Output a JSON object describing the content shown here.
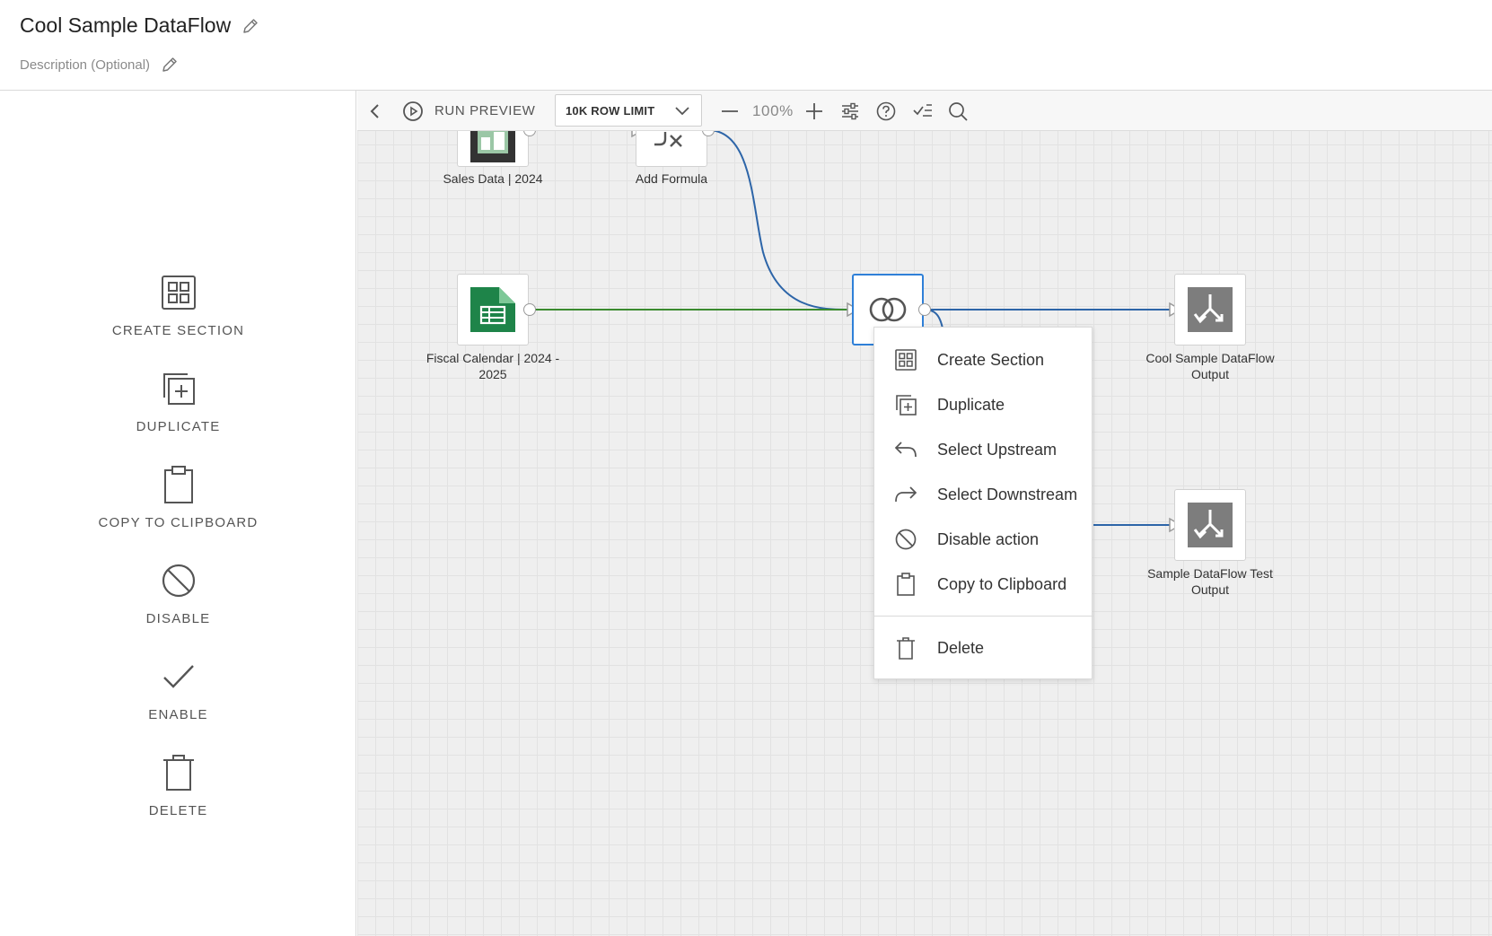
{
  "header": {
    "title": "Cool Sample DataFlow",
    "description_placeholder": "Description (Optional)"
  },
  "sidebar": {
    "actions": [
      {
        "label": "CREATE SECTION",
        "icon": "grid-section-icon"
      },
      {
        "label": "DUPLICATE",
        "icon": "duplicate-icon"
      },
      {
        "label": "COPY TO CLIPBOARD",
        "icon": "clipboard-icon"
      },
      {
        "label": "DISABLE",
        "icon": "disable-icon"
      },
      {
        "label": "ENABLE",
        "icon": "check-icon"
      },
      {
        "label": "DELETE",
        "icon": "trash-icon"
      }
    ]
  },
  "toolbar": {
    "run_preview": "RUN PREVIEW",
    "row_limit": "10K ROW LIMIT",
    "zoom": "100%"
  },
  "nodes": {
    "sales_data": "Sales Data | 2024",
    "add_formula": "Add Formula",
    "fiscal_calendar": "Fiscal Calendar | 2024 - 2025",
    "join": "Joi",
    "output_1": "Cool Sample DataFlow Output",
    "output_2": "Sample DataFlow Test Output"
  },
  "context_menu": {
    "items": [
      {
        "label": "Create Section",
        "icon": "grid-section-icon"
      },
      {
        "label": "Duplicate",
        "icon": "duplicate-icon"
      },
      {
        "label": "Select Upstream",
        "icon": "arrow-back-icon"
      },
      {
        "label": "Select Downstream",
        "icon": "arrow-forward-icon"
      },
      {
        "label": "Disable action",
        "icon": "disable-icon"
      },
      {
        "label": "Copy to Clipboard",
        "icon": "clipboard-icon"
      },
      {
        "label": "Delete",
        "icon": "trash-icon"
      }
    ]
  },
  "colors": {
    "link_blue": "#2d65a8",
    "link_green": "#3a8a2f",
    "selected_border": "#2f80d8",
    "sheet_green": "#1e8449",
    "output_gray": "#7d7d7d"
  }
}
